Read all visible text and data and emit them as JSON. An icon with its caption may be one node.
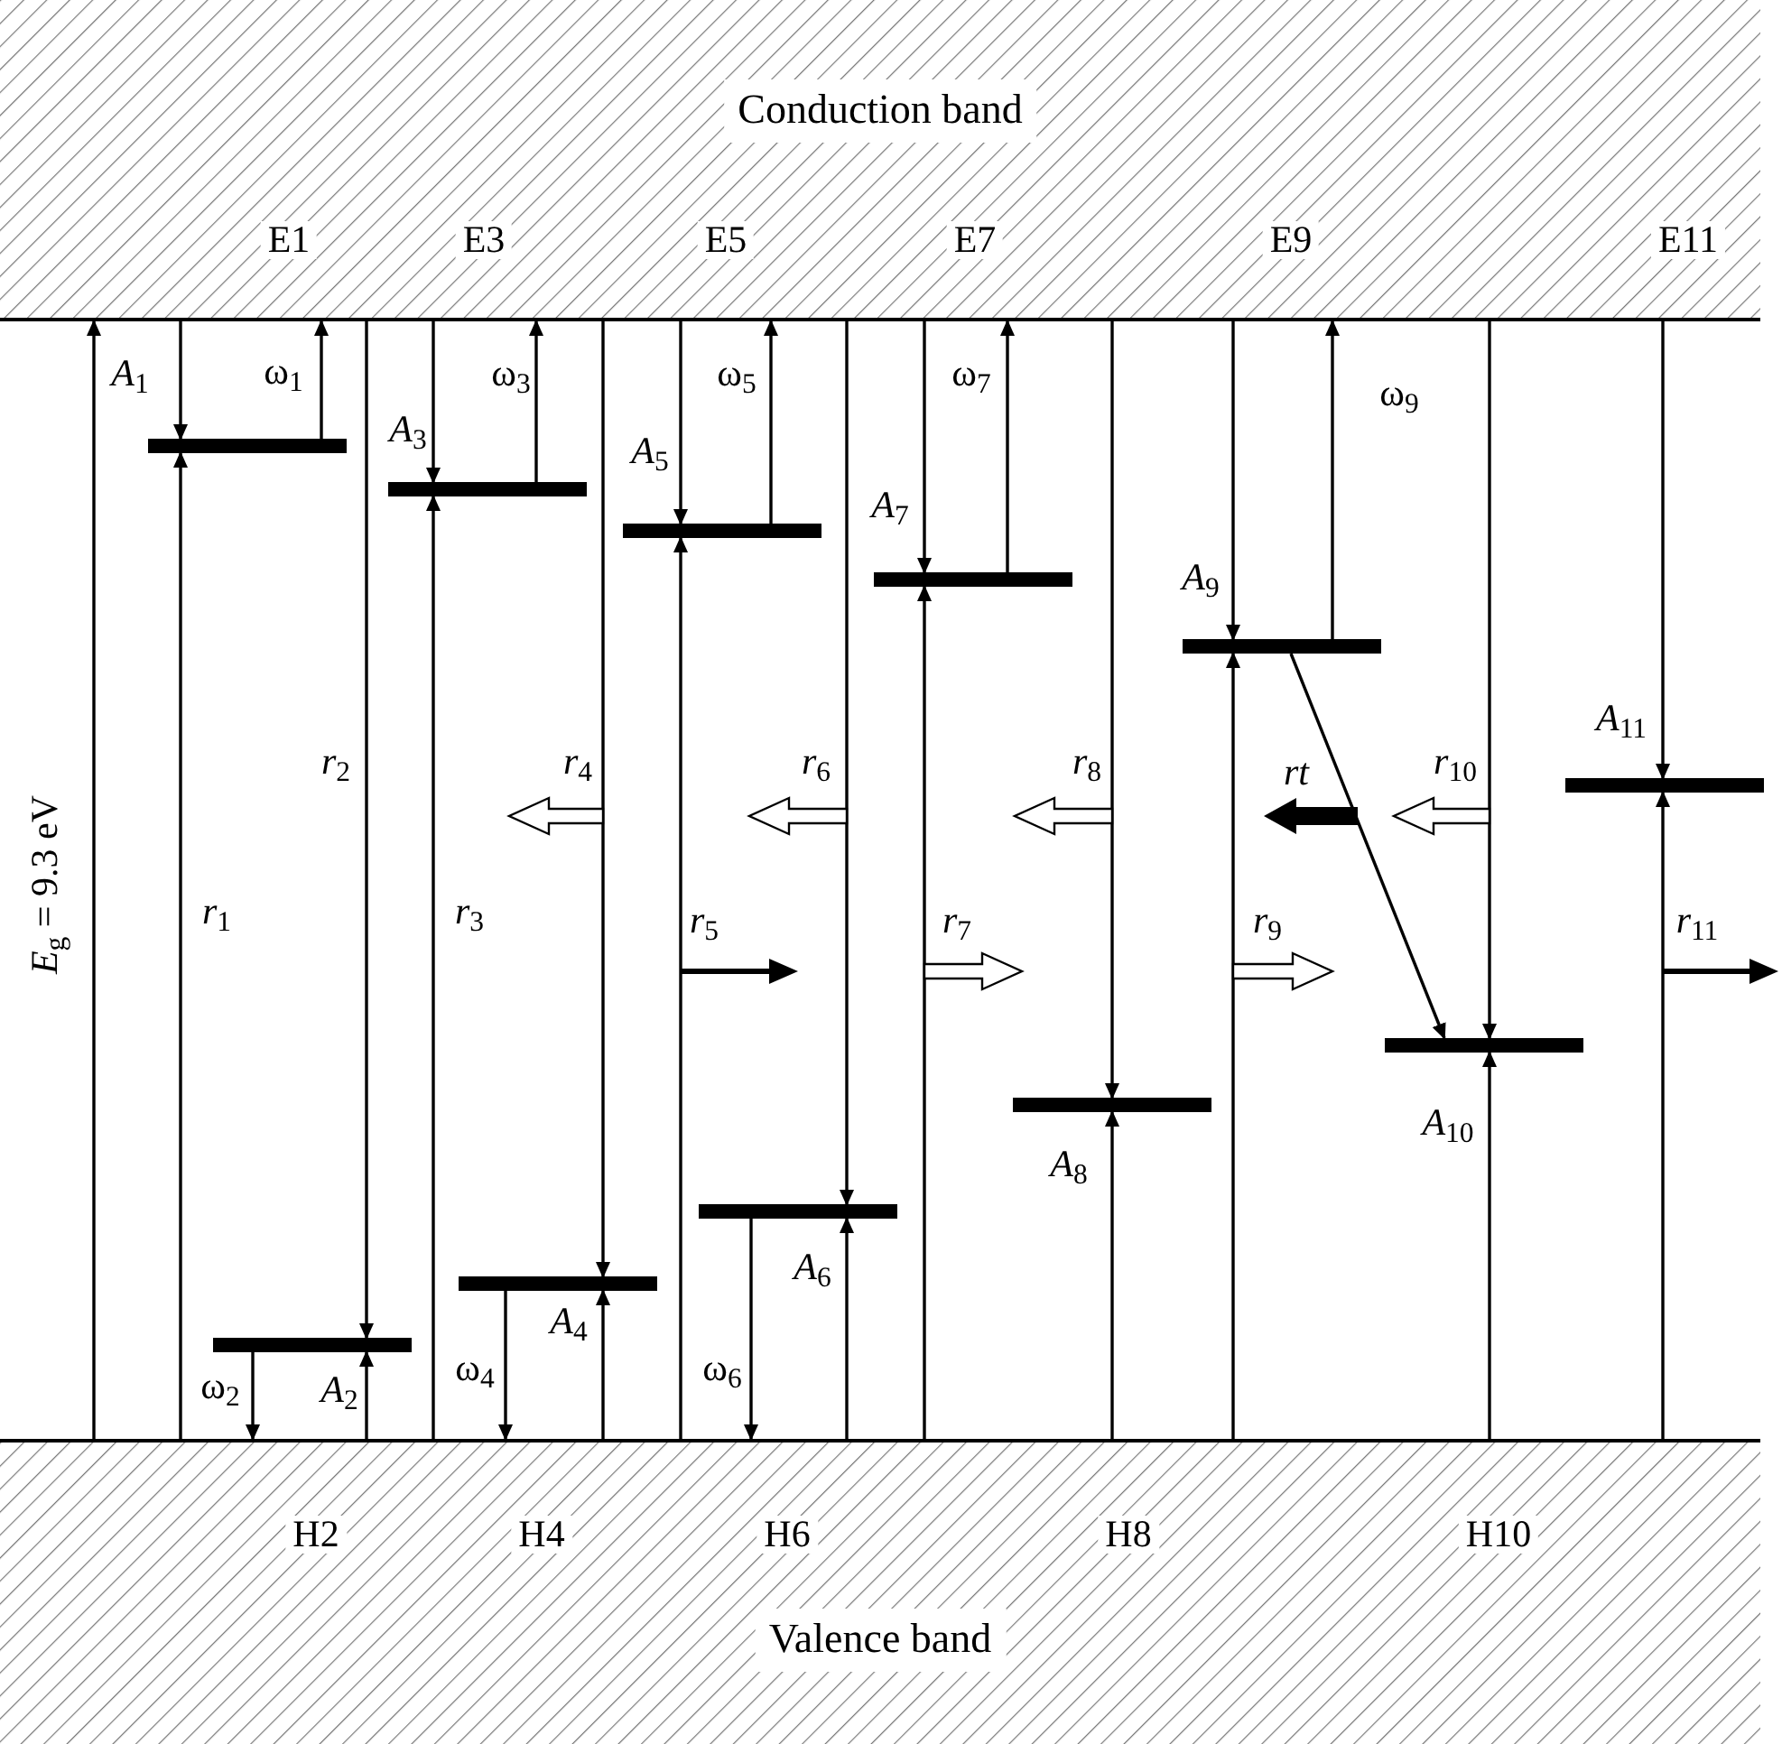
{
  "diagram": {
    "nodes": [
      {
        "text": [
          "Conduction band"
        ]
      },
      {
        "text": [
          "Valence band"
        ]
      },
      {
        "text": [],
        "shape": "bar"
      },
      {
        "text": [],
        "shape": "bar"
      },
      {
        "text": [],
        "shape": "bar"
      },
      {
        "text": [],
        "shape": "bar"
      },
      {
        "text": [],
        "shape": "bar"
      },
      {
        "text": [],
        "shape": "bar"
      },
      {
        "text": [],
        "shape": "bar"
      },
      {
        "text": [],
        "shape": "bar"
      },
      {
        "text": [],
        "shape": "bar"
      },
      {
        "text": [],
        "shape": "bar"
      },
      {
        "text": [],
        "shape": "bar"
      }
    ],
    "edges": [
      {
        "from": 1,
        "to": 0,
        "arrow": "to"
      },
      {
        "from": 0,
        "to": 2,
        "arrow": "to",
        "label": "*A*$_{1}$"
      },
      {
        "from": 1,
        "to": 2,
        "arrow": "to"
      },
      {
        "from": 2,
        "to": 0,
        "arrow": "to",
        "label": "ω$_{1}$"
      },
      {
        "from": 0,
        "to": 3,
        "arrow": "to"
      },
      {
        "from": 1,
        "to": 3,
        "arrow": "to",
        "label": "*A*$_{2}$"
      },
      {
        "from": 3,
        "to": 1,
        "arrow": "to",
        "label": "ω$_{2}$"
      },
      {
        "from": 0,
        "to": 4,
        "arrow": "to",
        "label": "*A*$_{3}$"
      },
      {
        "from": 1,
        "to": 4,
        "arrow": "to"
      },
      {
        "from": 4,
        "to": 0,
        "arrow": "to",
        "label": "ω$_{3}$"
      },
      {
        "from": 0,
        "to": 5,
        "arrow": "to"
      },
      {
        "from": 1,
        "to": 5,
        "arrow": "to",
        "label": "*A*$_{4}$"
      },
      {
        "from": 5,
        "to": 1,
        "arrow": "to",
        "label": "ω$_{4}$"
      },
      {
        "from": 0,
        "to": 6,
        "arrow": "to",
        "label": "*A*$_{5}$"
      },
      {
        "from": 1,
        "to": 6,
        "arrow": "to"
      },
      {
        "from": 6,
        "to": 0,
        "arrow": "to",
        "label": "ω$_{5}$"
      },
      {
        "from": 0,
        "to": 7,
        "arrow": "to"
      },
      {
        "from": 1,
        "to": 7,
        "arrow": "to",
        "label": "*A*$_{6}$"
      },
      {
        "from": 7,
        "to": 1,
        "arrow": "to",
        "label": "ω$_{6}$"
      },
      {
        "from": 0,
        "to": 8,
        "arrow": "to",
        "label": "*A*$_{7}$"
      },
      {
        "from": 1,
        "to": 8,
        "arrow": "to"
      },
      {
        "from": 8,
        "to": 0,
        "arrow": "to",
        "label": "ω$_{7}$"
      },
      {
        "from": 0,
        "to": 9,
        "arrow": "to"
      },
      {
        "from": 1,
        "to": 9,
        "arrow": "to",
        "label": "*A*$_{8}$"
      },
      {
        "from": 0,
        "to": 10,
        "arrow": "to",
        "label": "*A*$_{9}$"
      },
      {
        "from": 1,
        "to": 10,
        "arrow": "to"
      },
      {
        "from": 10,
        "to": 0,
        "arrow": "to",
        "label": "ω$_{9}$"
      },
      {
        "from": 0,
        "to": 11,
        "arrow": "to"
      },
      {
        "from": 1,
        "to": 11,
        "arrow": "to",
        "label": "*A*$_{10}$"
      },
      {
        "from": 0,
        "to": 12,
        "arrow": "to",
        "label": "*A*$_{11}$"
      },
      {
        "from": 1,
        "to": 12,
        "arrow": "to"
      },
      {
        "from": 10,
        "to": 11,
        "arrow": "to"
      }
    ],
    "labels": [
      "E1",
      "E3",
      "E5",
      "E7",
      "E9",
      "E11",
      "*E*$_{g}$ = 9.3 eV",
      "*r*$_{2}$",
      "*r*$_{4}$",
      "*r*$_{6}$",
      "*r*$_{8}$",
      "*rt*",
      "*r*$_{10}$",
      "*r*$_{1}$",
      "*r*$_{3}$",
      "*r*$_{5}$",
      "*r*$_{7}$",
      "*r*$_{9}$",
      "*r*$_{11}$",
      "H2",
      "H4",
      "H6",
      "H8",
      "H10"
    ]
  }
}
